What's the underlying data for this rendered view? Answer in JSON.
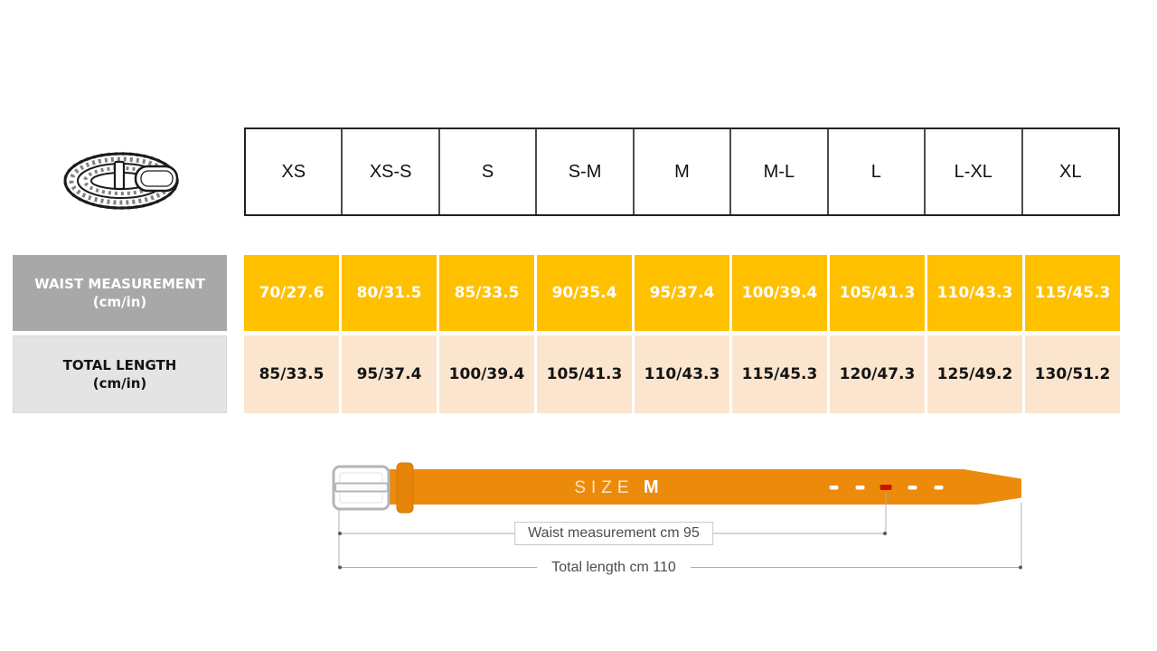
{
  "table": {
    "sizes": [
      "XS",
      "XS-S",
      "S",
      "S-M",
      "M",
      "M-L",
      "L",
      "L-XL",
      "XL"
    ],
    "rows": [
      {
        "label": "WAIST MEASUREMENT",
        "unit": "(cm/in)",
        "values": [
          "70/27.6",
          "80/31.5",
          "85/33.5",
          "90/35.4",
          "95/37.4",
          "100/39.4",
          "105/41.3",
          "110/43.3",
          "115/45.3"
        ]
      },
      {
        "label": "TOTAL LENGTH",
        "unit": "(cm/in)",
        "values": [
          "85/33.5",
          "95/37.4",
          "100/39.4",
          "105/41.3",
          "110/43.3",
          "115/45.3",
          "120/47.3",
          "125/49.2",
          "130/51.2"
        ]
      }
    ]
  },
  "diagram": {
    "size_label": "SIZE",
    "size_value": "M",
    "waist_annotation": "Waist measurement cm 95",
    "total_annotation": "Total length cm 110"
  },
  "colors": {
    "waist_cell": "#FFC000",
    "length_cell": "#FBE5CE",
    "waist_label_bg": "#A8A8A8",
    "length_label_bg": "#E4E4E4",
    "belt_strap": "#EC8A0C",
    "marked_hole": "#CC1500"
  }
}
